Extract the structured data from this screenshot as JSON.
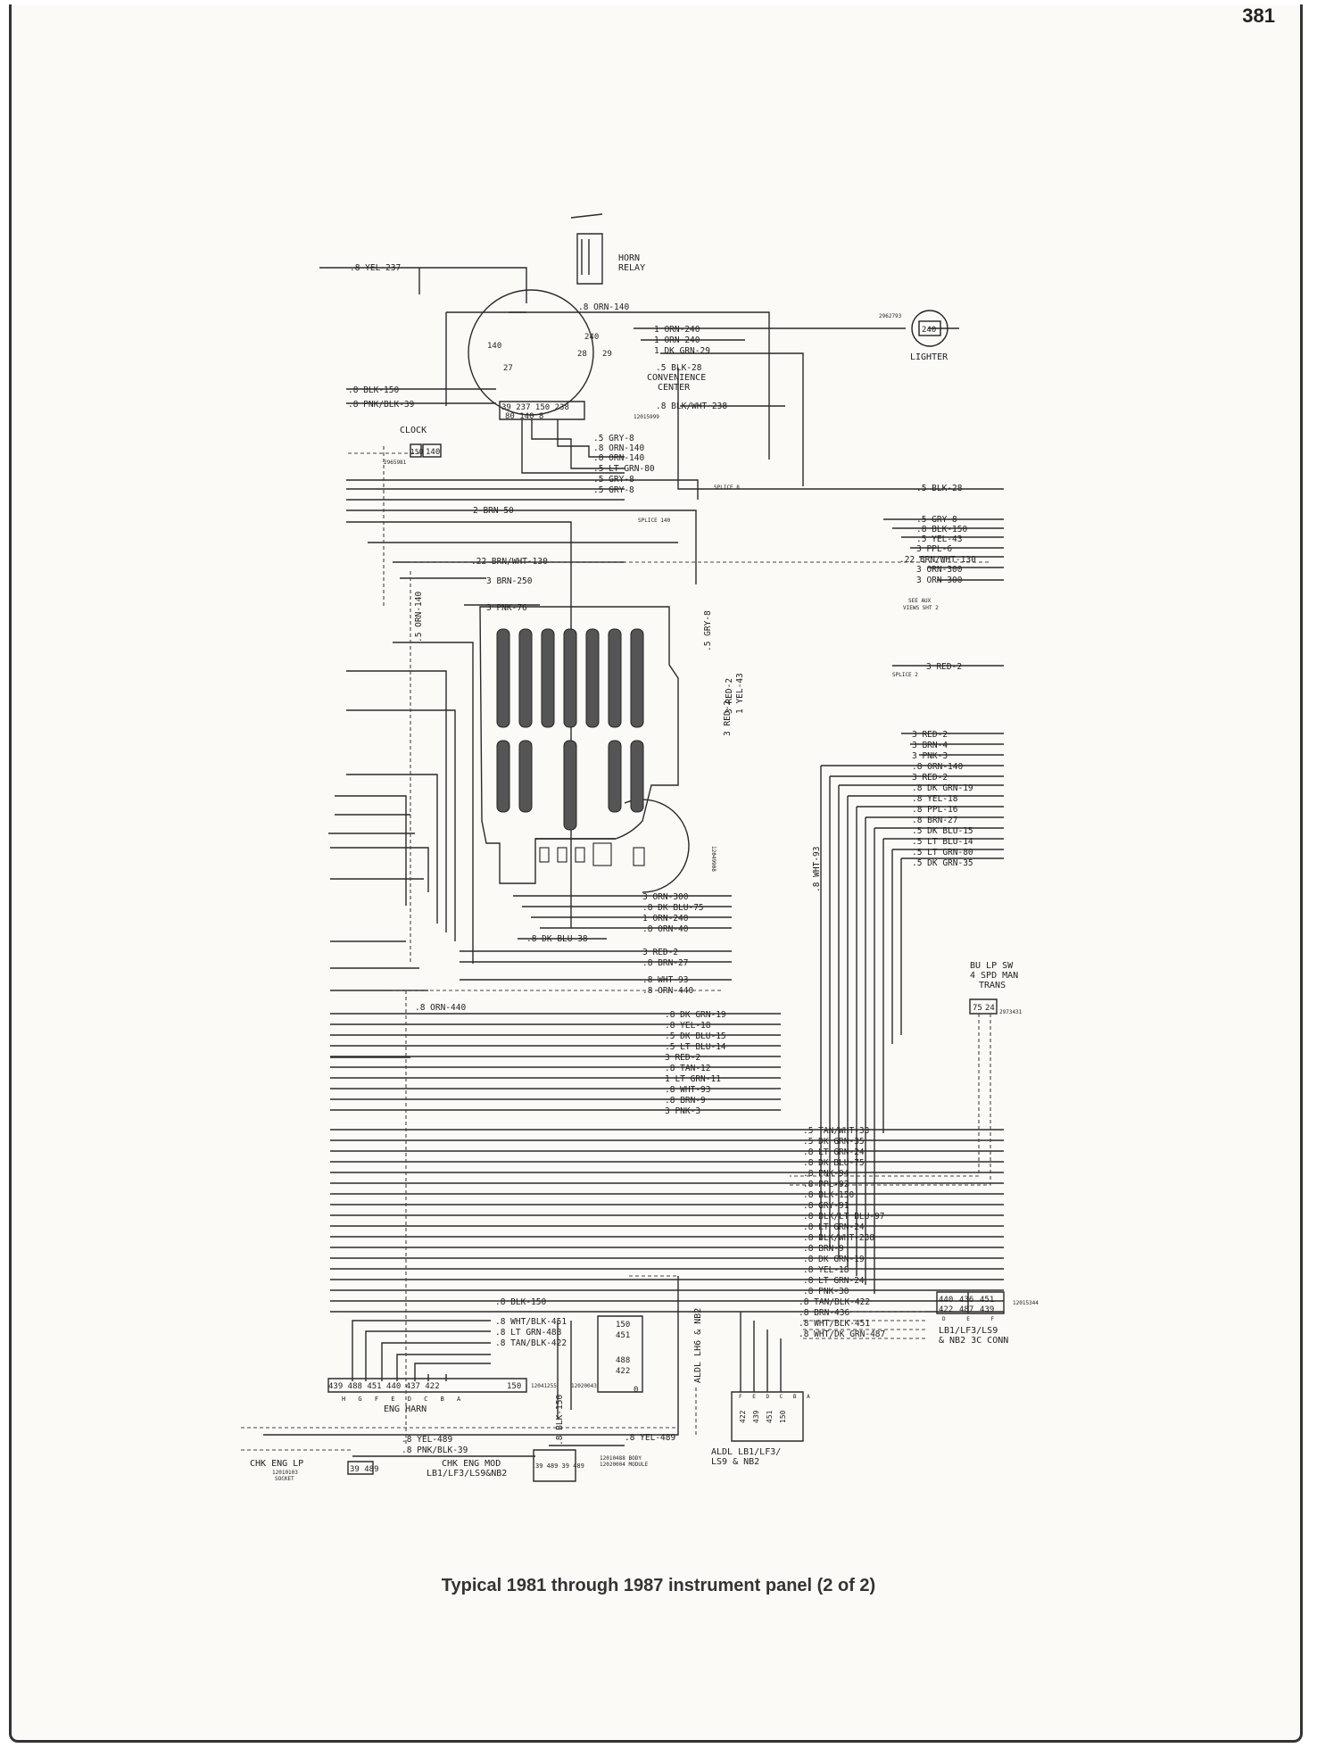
{
  "page_number": "381",
  "caption": "Typical 1981 through 1987 instrument panel (2 of 2)",
  "components": {
    "horn_relay": [
      "HORN",
      "RELAY"
    ],
    "convenience_center": [
      "CONVENIENCE",
      "CENTER"
    ],
    "convenience_center_part": "12015999",
    "lighter": "LIGHTER",
    "lighter_part": "2962793",
    "lighter_pin": "240",
    "clock": "CLOCK",
    "clock_part": "2965981",
    "clock_pins": [
      "150",
      "140"
    ],
    "conv_pins_left": [
      "140",
      "27"
    ],
    "conv_pins_right": [
      "240",
      "28",
      "29"
    ],
    "conv_connector_top": "39 237 150 238",
    "conv_connector_bottom": "80 140 8",
    "splice_8": "SPLICE 8",
    "splice_140": "SPLICE 140",
    "splice_2": "SPLICE 2",
    "see_aux": [
      "SEE AUX",
      "VIEWS SHT 2"
    ],
    "fuse_block_part": "12049908",
    "bu_lp_sw": [
      "BU LP SW",
      "4 SPD MAN",
      "TRANS"
    ],
    "bu_lp_pins": [
      "75",
      "24"
    ],
    "bu_lp_part": "2973431",
    "eng_harn": "ENG HARN",
    "eng_harn_pins": "439 488 451 440 437 422",
    "eng_harn_pin_150": "150",
    "eng_harn_part": "12041255",
    "eng_harn_letters": "H G F E D C B A",
    "aldl_lh6": "ALDL LH6 & NB2",
    "aldl_lh6_part": "12020043",
    "aldl_lh6_pins": [
      "150",
      "451",
      "488",
      "422"
    ],
    "aldl_lh6_pin_0": "0",
    "conn_3c_pins_top": [
      "440",
      "436",
      "451"
    ],
    "conn_3c_pins_bottom": [
      "422",
      "487",
      "439"
    ],
    "conn_3c_letters": "D E F",
    "conn_3c_part": "12015344",
    "conn_3c": [
      "LB1/LF3/LS9",
      "& NB2 3C CONN"
    ],
    "aldl_lb1": [
      "ALDL LB1/LF3/",
      "LS9 & NB2"
    ],
    "aldl_lb1_pins": [
      "422",
      "439",
      "451",
      "150"
    ],
    "aldl_lb1_letters": "F E D C B A",
    "chk_eng_lp": "CHK ENG LP",
    "chk_eng_lp_part": [
      "12010103",
      "SOCKET"
    ],
    "chk_eng_lp_pins": "39 489",
    "chk_eng_mod": [
      "CHK ENG MOD",
      "LB1/LF3/LS9&NB2"
    ],
    "chk_eng_mod_part": [
      "12010488 BODY",
      "12020004 MODULE"
    ],
    "chk_eng_mod_pins": "39 489 39 489"
  },
  "wires": {
    "top": [
      ".8 YEL-237",
      ".8 ORN-140",
      "1 ORN-240",
      "1 ORN-240",
      "1 DK GRN-29",
      ".5 BLK-28",
      ".8 BLK/WHT-238",
      ".8 BLK-150",
      ".8 PNK/BLK-39"
    ],
    "mid": [
      ".5 GRY-8",
      ".8 ORN-140",
      ".8 ORN-140",
      ".5 LT GRN-80",
      ".5 GRY-8",
      ".5 GRY-8",
      "2 BRN-50",
      ".22 BRN/WHT-130",
      "3 BRN-250",
      "3 PNK-76",
      ".5 ORN-140",
      ".5 GRY-8",
      "3 RED-2",
      "1 YEL-43",
      "3 RED-2",
      ".8 WHT-93"
    ],
    "right": [
      ".5 BLK-28",
      ".5 GRY-8",
      ".8 BLK-150",
      ".5 YEL-43",
      "3 PPL-6",
      ".22 BRN/WHT-130",
      "3 ORN-300",
      "3 ORN-300",
      "3 RED-2",
      "3 RED-2",
      "3 BRN-4",
      "3 PNK-3",
      ".8 ORN-140",
      "3 RED-2",
      ".8 DK GRN-19",
      ".8 YEL-18",
      ".8 PPL-16",
      ".8 BRN-27",
      ".5 DK BLU-15",
      ".5 LT BLU-14",
      ".5 LT GRN-80",
      ".5 DK GRN-35"
    ],
    "under_fuse": [
      "3 ORN-300",
      ".8 DK BLU-75",
      "1 ORN-240",
      ".8 ORN-40",
      ".8 DK BLU-38",
      "3 RED-2",
      ".8 BRN-27",
      ".8 WHT-93",
      ".8 ORN-440",
      ".8 ORN-440"
    ],
    "lower_a": [
      ".8 DK GRN-19",
      ".8 YEL-18",
      ".5 DK BLU-15",
      ".5 LT BLU-14",
      "3 RED-2",
      ".8 TAN-12",
      "1 LT GRN-11",
      ".8 WHT-93",
      ".8 BRN-9",
      "3 PNK-3"
    ],
    "lower_b": [
      ".5 TAN/WHT-33",
      ".5 DK GRN-35",
      ".8 LT GRN-24",
      ".8 DK BLU-75",
      ".8 PNK-94",
      ".8 PPL-92",
      ".8 BLK-150",
      ".8 GRY-91",
      ".8 BLK/LT BLU-97",
      ".8 LT GRN-24",
      ".8 BLK/WHT-238",
      ".8 BRN-9",
      ".8 DK GRN-19",
      ".8 YEL-18",
      ".8 LT GRN-24",
      ".8 PNK-30"
    ],
    "eng": [
      ".8 BLK-150",
      ".8 WHT/BLK-451",
      ".8 LT GRN-488",
      ".8 TAN/BLK-422",
      ".8 BLK-150"
    ],
    "conn3c": [
      ".8 TAN/BLK-422",
      ".8 BRN-436",
      ".8 WHT/BLK-451",
      ".8 WHT/DK GRN-487"
    ],
    "chk": [
      ".8 YEL-489",
      ".8 PNK/BLK-39",
      ".8 YEL-489"
    ]
  }
}
